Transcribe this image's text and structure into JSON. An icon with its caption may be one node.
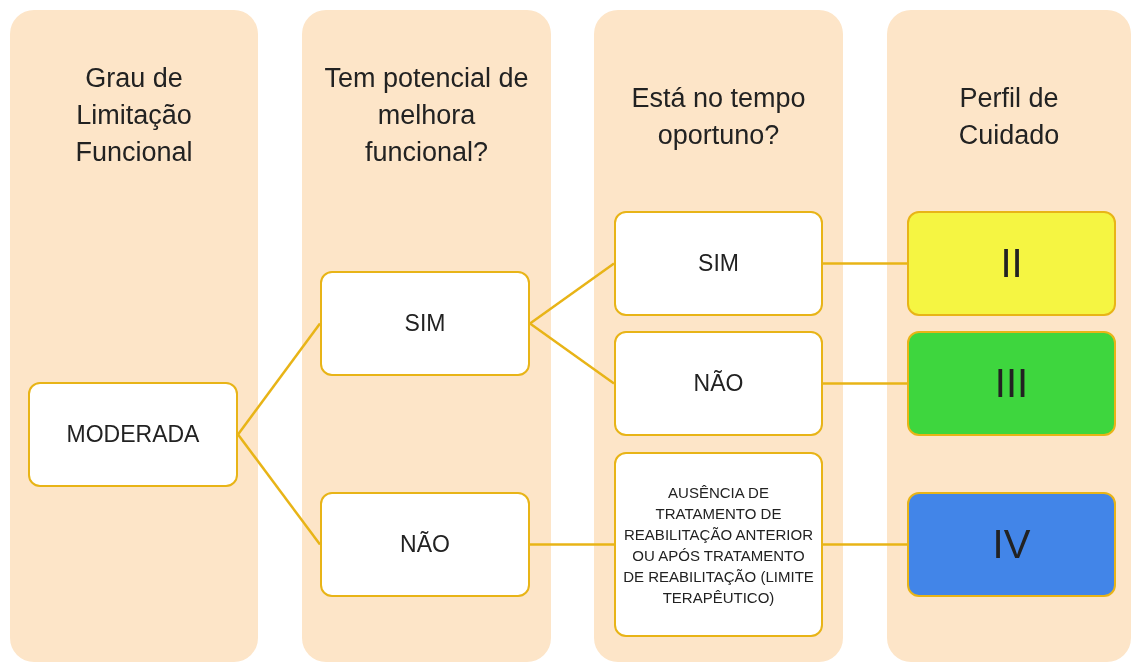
{
  "diagram": {
    "nodes": [
      {
        "text": [
          "Grau de Limitação Funcional"
        ]
      },
      {
        "text": [
          "Tem potencial de melhora funcional?"
        ]
      },
      {
        "text": [
          "Está no tempo oportuno?"
        ]
      },
      {
        "text": [
          "Perfil de Cuidado"
        ]
      },
      {
        "text": [
          "MODERADA"
        ],
        "in": 0
      },
      {
        "text": [
          "SIM"
        ],
        "in": 1
      },
      {
        "text": [
          "NÃO"
        ],
        "in": 1
      },
      {
        "text": [
          "SIM"
        ],
        "in": 2
      },
      {
        "text": [
          "NÃO"
        ],
        "in": 2
      },
      {
        "text": [
          "AUSÊNCIA DE TRATAMENTO DE REABILITAÇÃO ANTERIOR OU APÓS TRATAMENTO DE REABILITAÇÃO (LIMITE TERAPÊUTICO)"
        ],
        "in": 2
      },
      {
        "text": [
          "II"
        ],
        "in": 3
      },
      {
        "text": [
          "III"
        ],
        "in": 3
      },
      {
        "text": [
          "IV"
        ],
        "in": 3
      }
    ],
    "edges": [
      {
        "from": 4,
        "to": 5,
        "arrow": "none"
      },
      {
        "from": 4,
        "to": 6,
        "arrow": "none"
      },
      {
        "from": 5,
        "to": 7,
        "arrow": "none"
      },
      {
        "from": 5,
        "to": 8,
        "arrow": "none"
      },
      {
        "from": 6,
        "to": 9,
        "arrow": "none"
      },
      {
        "from": 7,
        "to": 10,
        "arrow": "none"
      },
      {
        "from": 8,
        "to": 11,
        "arrow": "none"
      },
      {
        "from": 9,
        "to": 12,
        "arrow": "none"
      }
    ]
  }
}
